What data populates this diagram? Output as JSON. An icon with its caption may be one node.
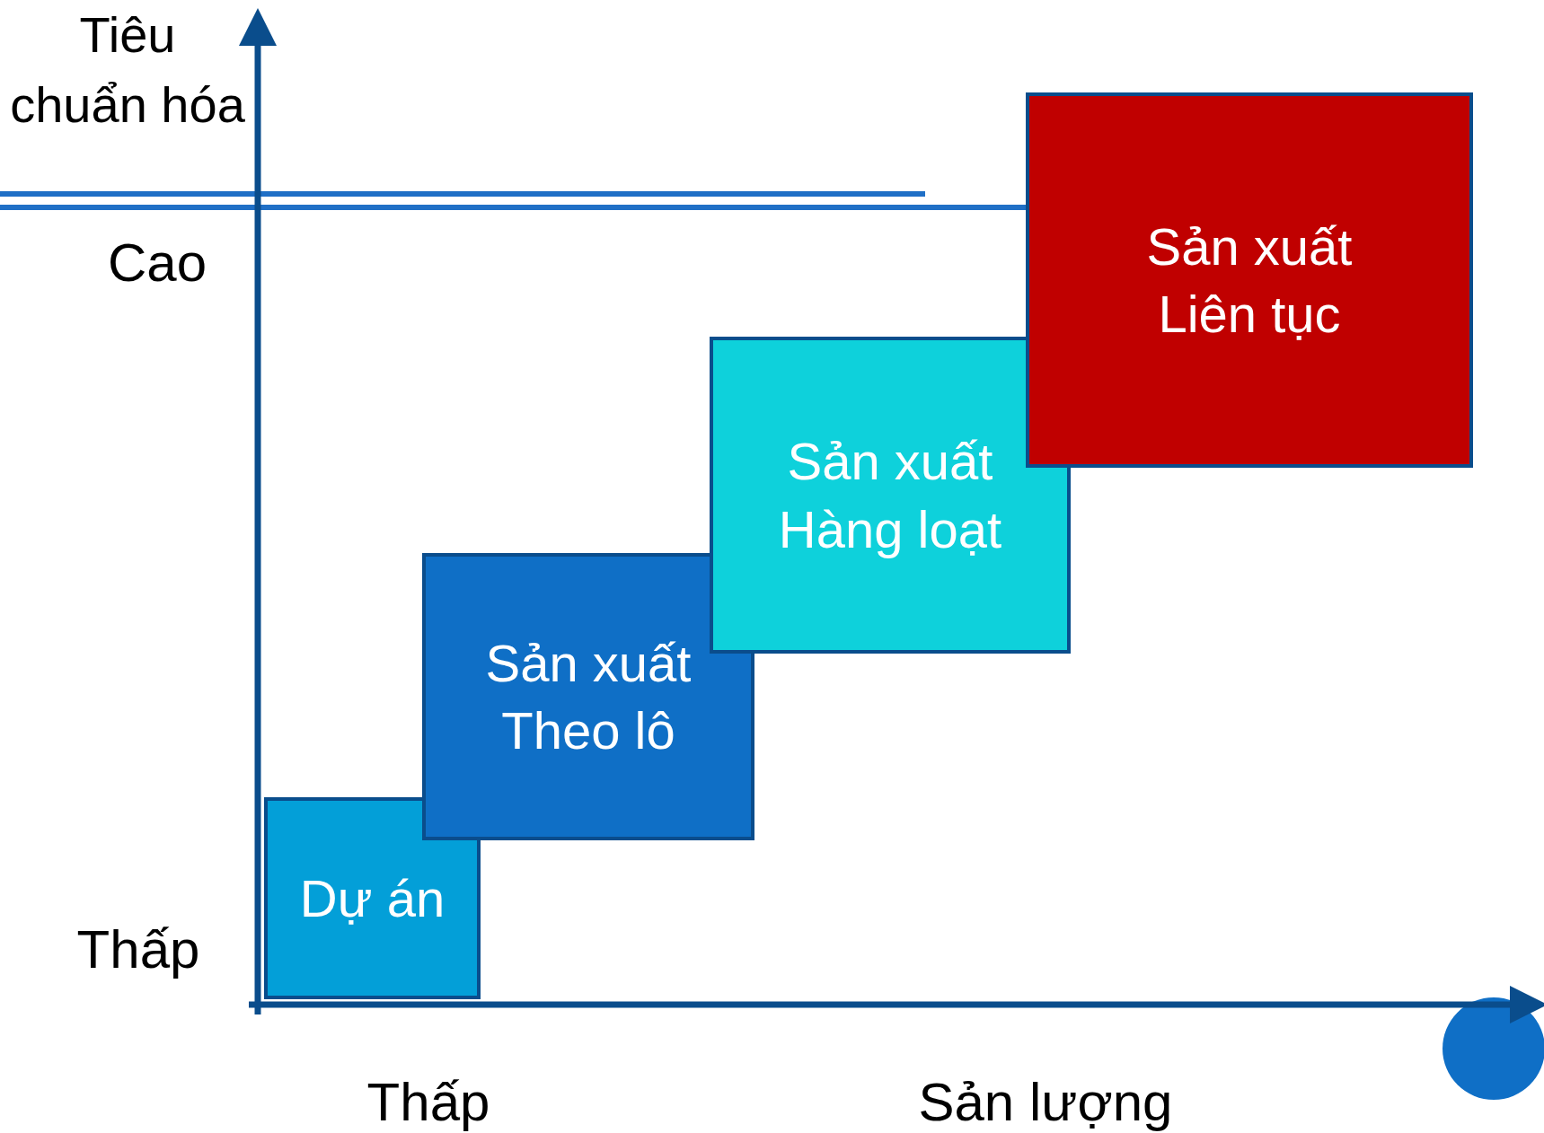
{
  "diagram": {
    "nodes": [
      {
        "text": [
          "Dự án"
        ]
      },
      {
        "text": [
          "Sản xuất Theo lô"
        ]
      },
      {
        "text": [
          "Sản xuất Hàng loạt"
        ]
      },
      {
        "text": [
          "Sản xuất Liên tục"
        ]
      }
    ],
    "labels": [
      "Tiêu chuẩn hóa",
      "Cao",
      "Thấp",
      "Thấp",
      "Sản lượng"
    ]
  }
}
